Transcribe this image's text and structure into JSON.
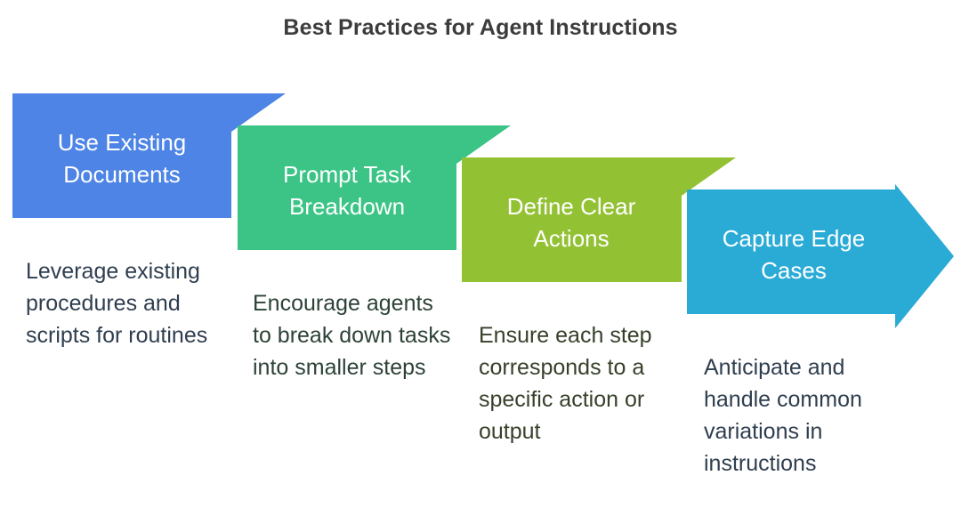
{
  "title": "Best Practices for Agent Instructions",
  "background": "#ffffff",
  "title_color": "#3c3c3c",
  "chart_data": {
    "type": "diagram",
    "subtype": "chevron-process-flow",
    "title": "Best Practices for Agent Instructions",
    "direction": "left-to-right",
    "step_count": 4,
    "steps": [
      {
        "index": 1,
        "label": "Use Existing Documents",
        "label_line1": "Use Existing",
        "label_line2": "Documents",
        "description": "Leverage existing procedures and scripts for routines",
        "fill": "#4d84e5",
        "text_color": "#ffffff",
        "desc_color": "#2f3e4f"
      },
      {
        "index": 2,
        "label": "Prompt Task Breakdown",
        "label_line1": "Prompt Task",
        "label_line2": "Breakdown",
        "description": "Encourage agents to break down tasks into smaller steps",
        "fill": "#3cc486",
        "text_color": "#ffffff",
        "desc_color": "#2d4237"
      },
      {
        "index": 3,
        "label": "Define Clear Actions",
        "label_line1": "Define Clear",
        "label_line2": "Actions",
        "description": "Ensure each step corresponds to a specific action or output",
        "fill": "#93c134",
        "text_color": "#ffffff",
        "desc_color": "#36402a"
      },
      {
        "index": 4,
        "label": "Capture Edge Cases",
        "label_line1": "Capture Edge",
        "label_line2": "Cases",
        "description": "Anticipate and handle common variations in instructions",
        "fill": "#29abd6",
        "text_color": "#ffffff",
        "desc_color": "#2f3e4f",
        "has_arrowhead": true
      }
    ]
  }
}
